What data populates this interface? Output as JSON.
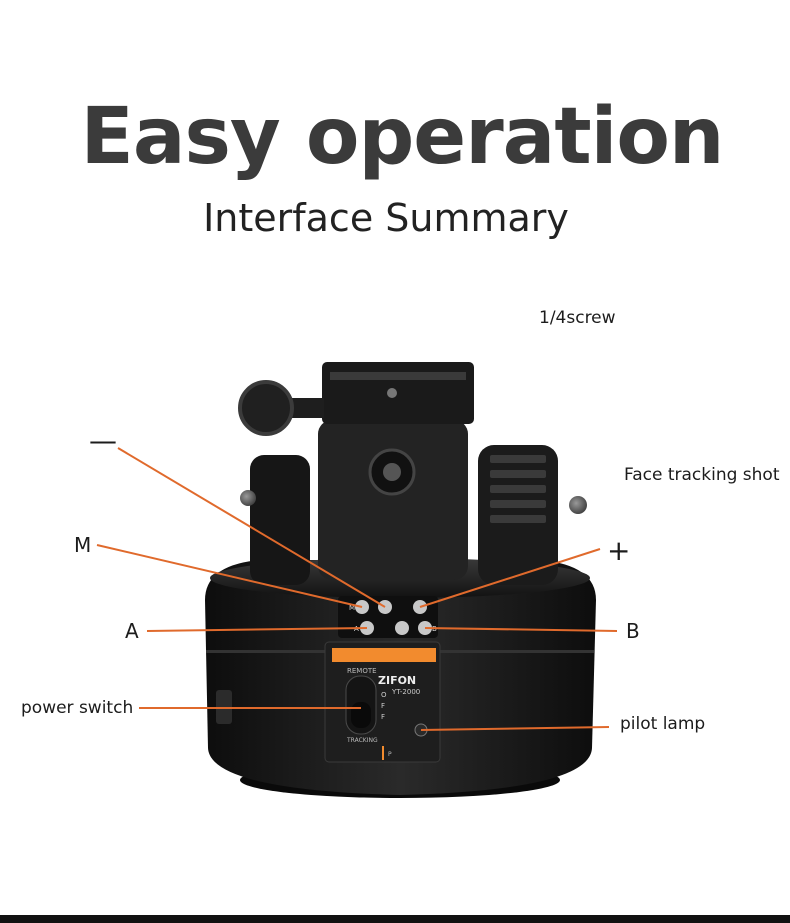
{
  "heading": {
    "title": "Easy operation",
    "subtitle": "Interface Summary"
  },
  "labels": {
    "screw": "1/4screw",
    "face_tracking": "Face tracking shot",
    "minus": "—",
    "plus": "+",
    "m": "M",
    "a": "A",
    "b": "B",
    "power_switch": "power switch",
    "pilot_lamp": "pilot lamp"
  },
  "device": {
    "brand": "ZIFON",
    "model": "YT-2000",
    "remote": "REMOTE",
    "tracking": "TRACKING",
    "off_letters": [
      "O",
      "F",
      "F"
    ],
    "button_m": "M",
    "button_a": "A",
    "button_b": "B",
    "button_p": "P"
  },
  "colors": {
    "leader_line": "#e06a2c",
    "label_plate": "#f28b2e",
    "device_body": "#1a1a1a"
  }
}
